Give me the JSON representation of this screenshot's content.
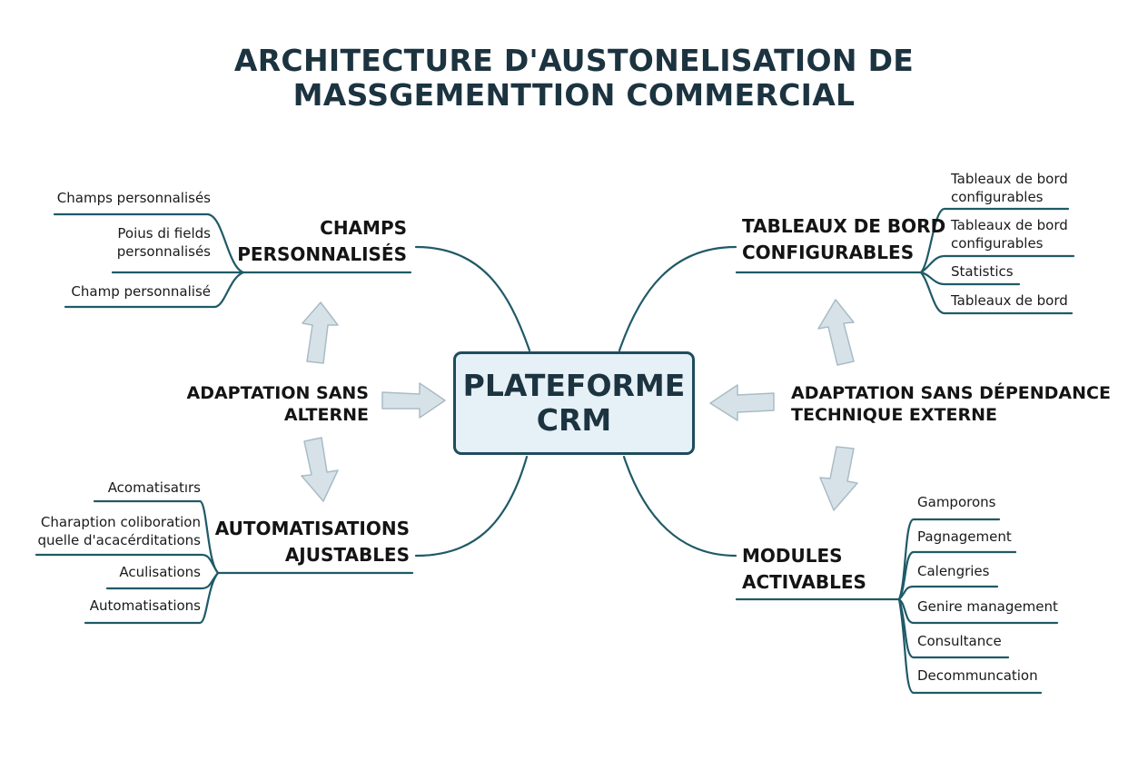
{
  "title": {
    "line1": "ARCHITECTURE D'AUSTONELISATION DE",
    "line2": "MASSGEMENTTION COMMERCIAL"
  },
  "center": {
    "line1": "PLATEFORME",
    "line2": "CRM"
  },
  "side_left": {
    "line1": "ADAPTATION SANS",
    "line2": "ALTERNE"
  },
  "side_right": {
    "line1": "ADAPTATION SANS DÉPENDANCE",
    "line2": "TECHNIQUE EXTERNE"
  },
  "branches": {
    "top_left": {
      "line1": "CHAMPS",
      "line2": "PERSONNALISÉS",
      "leaves": [
        {
          "text": "Champs personnalisés"
        },
        {
          "line1": "Poius di fields",
          "line2": "personnalisés"
        },
        {
          "text": "Champ personnalisé"
        }
      ]
    },
    "bottom_left": {
      "line1": "AUTOMATISATIONS",
      "line2": "AJUSTABLES",
      "leaves": [
        {
          "text": "Acomatisatırs"
        },
        {
          "line1": "Charaption coliboration",
          "line2": "quelle d'acacérditations"
        },
        {
          "text": "Aculisations"
        },
        {
          "text": "Automatisations"
        }
      ]
    },
    "top_right": {
      "line1": "TABLEAUX DE BORD",
      "line2": "CONFIGURABLES",
      "leaves": [
        {
          "line1": "Tableaux de bord",
          "line2": "configurables"
        },
        {
          "line1": "Tableaux de bord",
          "line2": "configurables"
        },
        {
          "text": "Statistics"
        },
        {
          "text": "Tableaux de bord"
        }
      ]
    },
    "bottom_right": {
      "line1": "MODULES",
      "line2": "ACTIVABLES",
      "leaves": [
        {
          "text": "Gamporons"
        },
        {
          "text": "Pagnagement"
        },
        {
          "text": "Calengries"
        },
        {
          "text": "Genire management"
        },
        {
          "text": "Consultance"
        },
        {
          "text": "Decommuncation"
        }
      ]
    }
  },
  "colors": {
    "line": "#1f5a67",
    "arrow_fill": "#d7e2e8",
    "arrow_stroke": "#a8bcc6",
    "center_fill": "#e6f0f7",
    "center_border": "#1f4c5c",
    "title": "#1c3340"
  }
}
